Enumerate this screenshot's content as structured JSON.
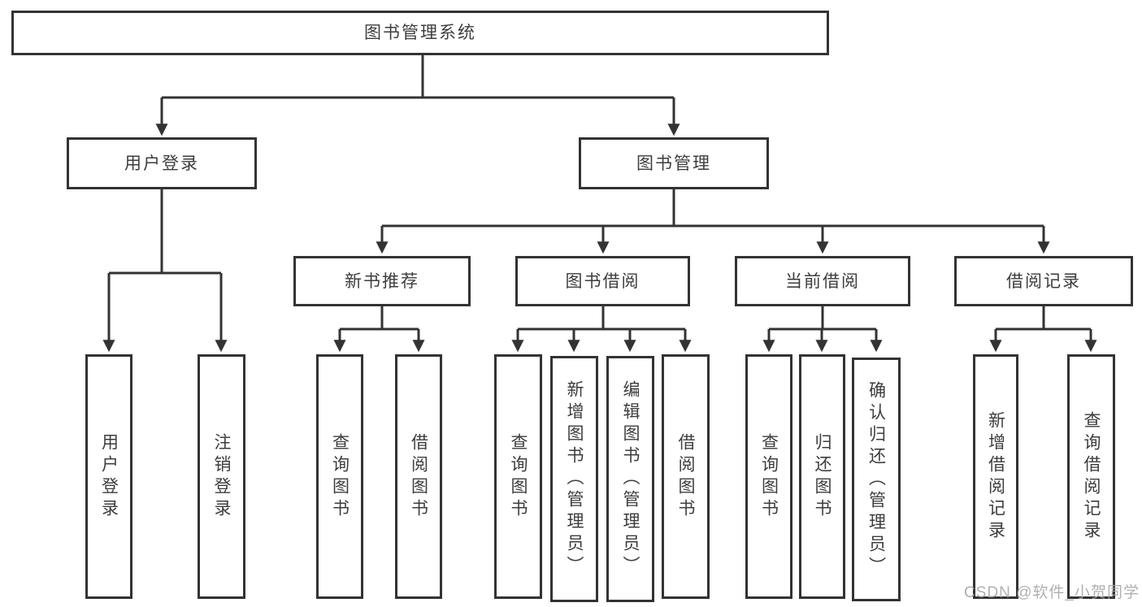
{
  "colors": {
    "line": "#333333",
    "text": "#3d3d3d",
    "background": "#ffffff",
    "watermark": "#a8a8a8"
  },
  "tree": {
    "root": {
      "label": "图书管理系统",
      "children": [
        {
          "label": "用户登录",
          "children": [
            {
              "label": "用户登录"
            },
            {
              "label": "注销登录"
            }
          ]
        },
        {
          "label": "图书管理",
          "children": [
            {
              "label": "新书推荐",
              "children": [
                {
                  "label": "查询图书"
                },
                {
                  "label": "借阅图书"
                }
              ]
            },
            {
              "label": "图书借阅",
              "children": [
                {
                  "label": "查询图书"
                },
                {
                  "label": "新增图书（管理员）"
                },
                {
                  "label": "编辑图书（管理员）"
                },
                {
                  "label": "借阅图书"
                }
              ]
            },
            {
              "label": "当前借阅",
              "children": [
                {
                  "label": "查询图书"
                },
                {
                  "label": "归还图书"
                },
                {
                  "label": "确认归还（管理员）"
                }
              ]
            },
            {
              "label": "借阅记录",
              "children": [
                {
                  "label": "新增借阅记录"
                },
                {
                  "label": "查询借阅记录"
                }
              ]
            }
          ]
        }
      ]
    }
  },
  "watermark": "CSDN @软件_小贺同学"
}
